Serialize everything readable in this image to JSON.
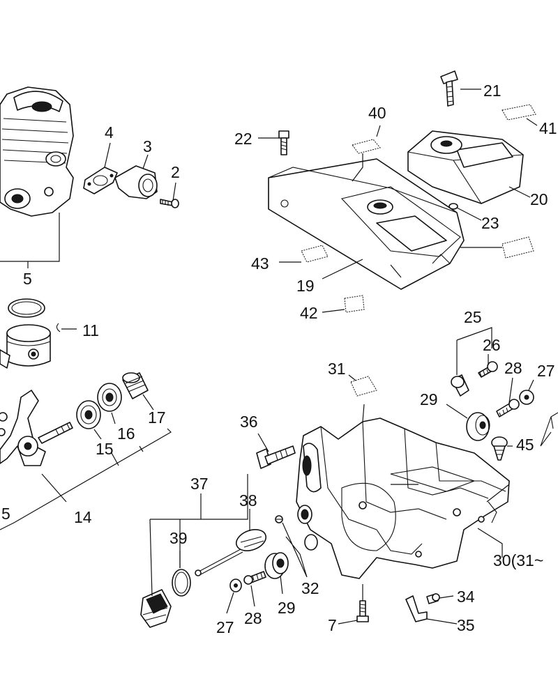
{
  "callouts": [
    {
      "id": "c21",
      "text": "21"
    },
    {
      "id": "c40",
      "text": "40"
    },
    {
      "id": "c41",
      "text": "41"
    },
    {
      "id": "c22",
      "text": "22"
    },
    {
      "id": "c4",
      "text": "4"
    },
    {
      "id": "c3",
      "text": "3"
    },
    {
      "id": "c2",
      "text": "2"
    },
    {
      "id": "c20",
      "text": "20"
    },
    {
      "id": "c23",
      "text": "23"
    },
    {
      "id": "c5a",
      "text": "5"
    },
    {
      "id": "c43",
      "text": "43"
    },
    {
      "id": "c19",
      "text": "19"
    },
    {
      "id": "c42",
      "text": "42"
    },
    {
      "id": "c11",
      "text": "11"
    },
    {
      "id": "c25",
      "text": "25"
    },
    {
      "id": "c26",
      "text": "26"
    },
    {
      "id": "c31",
      "text": "31"
    },
    {
      "id": "c28a",
      "text": "28"
    },
    {
      "id": "c27a",
      "text": "27"
    },
    {
      "id": "c29a",
      "text": "29"
    },
    {
      "id": "c17",
      "text": "17"
    },
    {
      "id": "c16",
      "text": "16"
    },
    {
      "id": "c15",
      "text": "15"
    },
    {
      "id": "c36",
      "text": "36"
    },
    {
      "id": "c45",
      "text": "45"
    },
    {
      "id": "c37",
      "text": "37"
    },
    {
      "id": "c38",
      "text": "38"
    },
    {
      "id": "c5b",
      "text": "5"
    },
    {
      "id": "c14",
      "text": "14"
    },
    {
      "id": "c39",
      "text": "39"
    },
    {
      "id": "c30",
      "text": "30(31~"
    },
    {
      "id": "c32",
      "text": "32"
    },
    {
      "id": "c29b",
      "text": "29"
    },
    {
      "id": "c34",
      "text": "34"
    },
    {
      "id": "c28b",
      "text": "28"
    },
    {
      "id": "c27b",
      "text": "27"
    },
    {
      "id": "c7",
      "text": "7"
    },
    {
      "id": "c35",
      "text": "35"
    }
  ]
}
